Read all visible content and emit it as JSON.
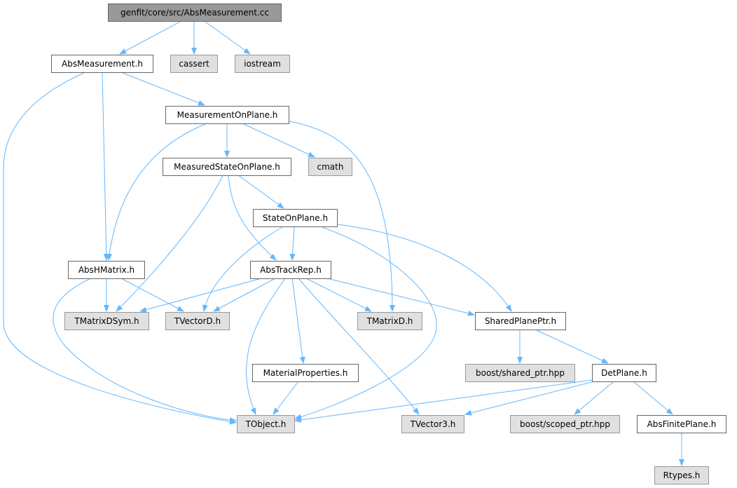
{
  "root": "genfit/core/src/AbsMeasurement.cc",
  "nodes": {
    "root": {
      "label": "genfit/core/src/AbsMeasurement.cc",
      "kind": "root"
    },
    "absmeas": {
      "label": "AbsMeasurement.h",
      "kind": "doc"
    },
    "cassert": {
      "label": "cassert",
      "kind": "external"
    },
    "iostream": {
      "label": "iostream",
      "kind": "external"
    },
    "mop": {
      "label": "MeasurementOnPlane.h",
      "kind": "doc"
    },
    "msop": {
      "label": "MeasuredStateOnPlane.h",
      "kind": "doc"
    },
    "cmath": {
      "label": "cmath",
      "kind": "external"
    },
    "sop": {
      "label": "StateOnPlane.h",
      "kind": "doc"
    },
    "abshm": {
      "label": "AbsHMatrix.h",
      "kind": "doc"
    },
    "atr": {
      "label": "AbsTrackRep.h",
      "kind": "doc"
    },
    "tmds": {
      "label": "TMatrixDSym.h",
      "kind": "external"
    },
    "tvd": {
      "label": "TVectorD.h",
      "kind": "external"
    },
    "tmd": {
      "label": "TMatrixD.h",
      "kind": "external"
    },
    "spp": {
      "label": "SharedPlanePtr.h",
      "kind": "doc"
    },
    "matprop": {
      "label": "MaterialProperties.h",
      "kind": "doc"
    },
    "bshared": {
      "label": "boost/shared_ptr.hpp",
      "kind": "external"
    },
    "detplane": {
      "label": "DetPlane.h",
      "kind": "doc"
    },
    "tobject": {
      "label": "TObject.h",
      "kind": "external"
    },
    "tv3": {
      "label": "TVector3.h",
      "kind": "external"
    },
    "bscoped": {
      "label": "boost/scoped_ptr.hpp",
      "kind": "external"
    },
    "afp": {
      "label": "AbsFinitePlane.h",
      "kind": "doc"
    },
    "rtypes": {
      "label": "Rtypes.h",
      "kind": "external"
    }
  },
  "edges": [
    [
      "root",
      "absmeas"
    ],
    [
      "root",
      "cassert"
    ],
    [
      "root",
      "iostream"
    ],
    [
      "absmeas",
      "mop"
    ],
    [
      "absmeas",
      "abshm"
    ],
    [
      "absmeas",
      "tobject"
    ],
    [
      "mop",
      "msop"
    ],
    [
      "mop",
      "cmath"
    ],
    [
      "mop",
      "abshm"
    ],
    [
      "mop",
      "tmd"
    ],
    [
      "msop",
      "sop"
    ],
    [
      "msop",
      "tmds"
    ],
    [
      "msop",
      "atr"
    ],
    [
      "sop",
      "atr"
    ],
    [
      "sop",
      "tvd"
    ],
    [
      "sop",
      "tobject"
    ],
    [
      "sop",
      "spp"
    ],
    [
      "abshm",
      "tmds"
    ],
    [
      "abshm",
      "tvd"
    ],
    [
      "abshm",
      "tobject"
    ],
    [
      "atr",
      "tmds"
    ],
    [
      "atr",
      "tvd"
    ],
    [
      "atr",
      "tobject"
    ],
    [
      "atr",
      "matprop"
    ],
    [
      "atr",
      "tv3"
    ],
    [
      "atr",
      "tmd"
    ],
    [
      "atr",
      "spp"
    ],
    [
      "matprop",
      "tobject"
    ],
    [
      "spp",
      "bshared"
    ],
    [
      "spp",
      "detplane"
    ],
    [
      "detplane",
      "tobject"
    ],
    [
      "detplane",
      "tv3"
    ],
    [
      "detplane",
      "bscoped"
    ],
    [
      "detplane",
      "afp"
    ],
    [
      "afp",
      "rtypes"
    ]
  ],
  "colors": {
    "edge": "#63b8ff",
    "root_fill": "#999999",
    "external_fill": "#e0e0e0",
    "doc_fill": "#ffffff"
  }
}
